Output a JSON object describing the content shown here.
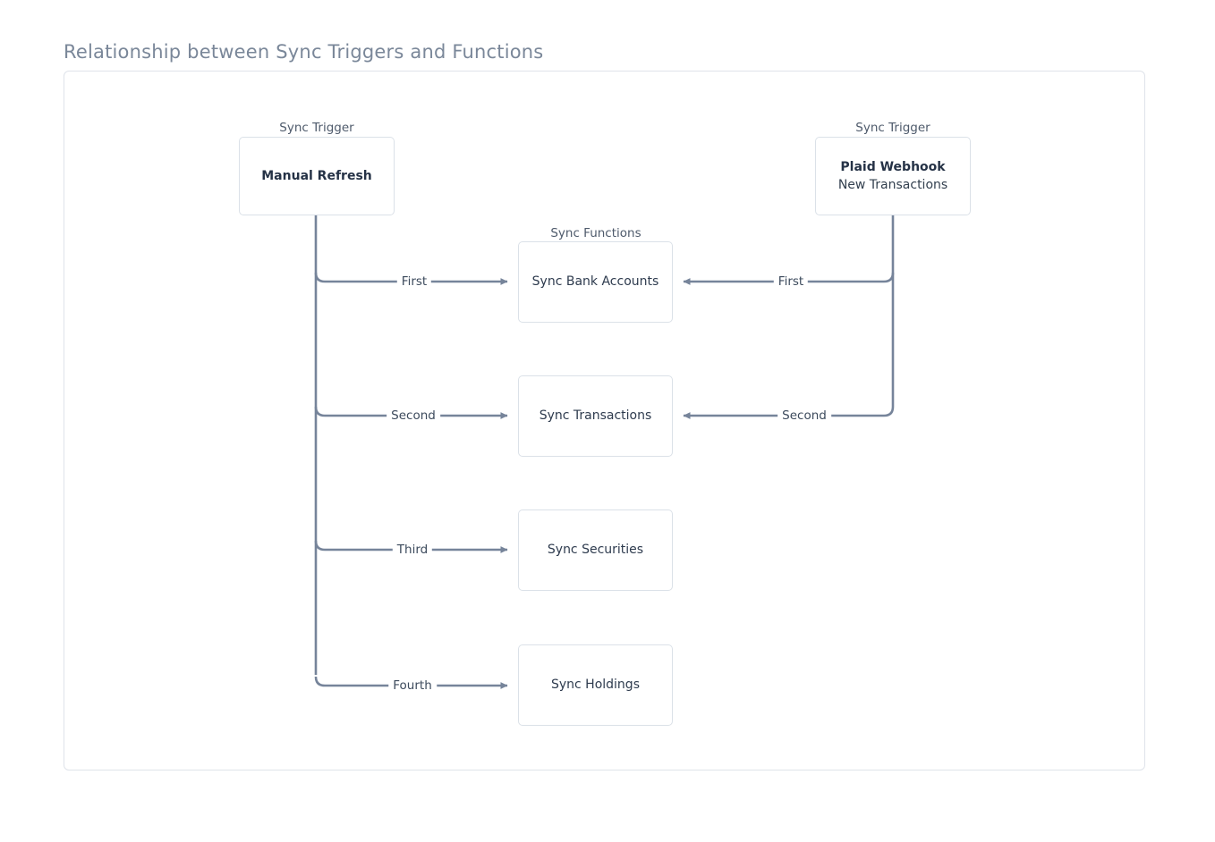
{
  "page": {
    "title": "Relationship between Sync Triggers and Functions"
  },
  "colors": {
    "title_text": "#7a8799",
    "frame_border": "#dfe3ea",
    "node_border": "#dbe1e8",
    "node_text": "#2e3b4e",
    "edge_line": "#76849a",
    "caption_text": "#4e5a6b",
    "background": "#ffffff"
  },
  "captions": {
    "trigger_left": "Sync Trigger",
    "trigger_right": "Sync Trigger",
    "functions": "Sync Functions"
  },
  "triggers": [
    {
      "id": "manual-refresh",
      "caption": "Sync Trigger",
      "title": "Manual Refresh",
      "subtitle": "",
      "bold": true
    },
    {
      "id": "plaid-webhook",
      "caption": "Sync Trigger",
      "title": "Plaid Webhook",
      "subtitle": "New Transactions",
      "bold": true
    }
  ],
  "functions": [
    {
      "id": "sync-bank-accounts",
      "label": "Sync Bank Accounts"
    },
    {
      "id": "sync-transactions",
      "label": "Sync Transactions"
    },
    {
      "id": "sync-securities",
      "label": "Sync Securities"
    },
    {
      "id": "sync-holdings",
      "label": "Sync Holdings"
    }
  ],
  "edges": [
    {
      "from": "manual-refresh",
      "to": "sync-bank-accounts",
      "label": "First",
      "direction": "right"
    },
    {
      "from": "manual-refresh",
      "to": "sync-transactions",
      "label": "Second",
      "direction": "right"
    },
    {
      "from": "manual-refresh",
      "to": "sync-securities",
      "label": "Third",
      "direction": "right"
    },
    {
      "from": "manual-refresh",
      "to": "sync-holdings",
      "label": "Fourth",
      "direction": "right"
    },
    {
      "from": "plaid-webhook",
      "to": "sync-bank-accounts",
      "label": "First",
      "direction": "left"
    },
    {
      "from": "plaid-webhook",
      "to": "sync-transactions",
      "label": "Second",
      "direction": "left"
    }
  ]
}
